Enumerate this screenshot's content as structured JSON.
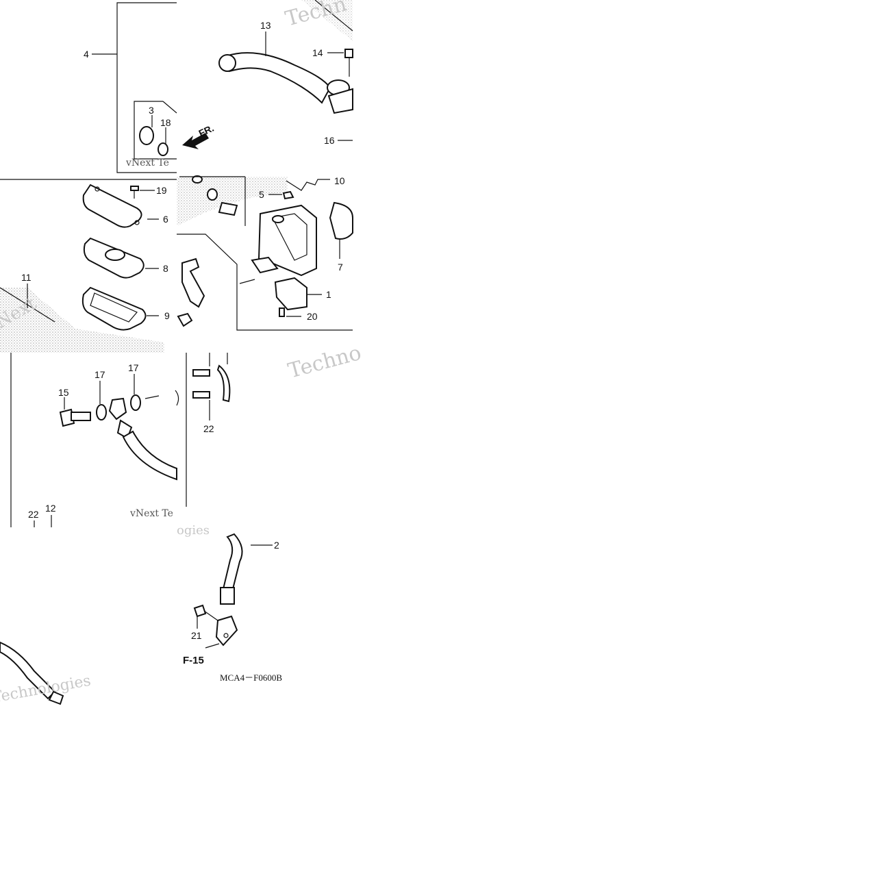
{
  "diagram": {
    "page_code": "F-15",
    "drawing_code": "MCA4－F0600B",
    "direction_label": "FR.",
    "watermarks": {
      "brand": "Techno",
      "brand_short": "Techn",
      "vnext": "vNext Te",
      "next": "Next",
      "technologies": "Technologies",
      "ogies": "ogies"
    },
    "callouts": [
      {
        "id": "c13",
        "text": "13"
      },
      {
        "id": "c14",
        "text": "14"
      },
      {
        "id": "c4",
        "text": "4"
      },
      {
        "id": "c3",
        "text": "3"
      },
      {
        "id": "c18",
        "text": "18"
      },
      {
        "id": "c16",
        "text": "16"
      },
      {
        "id": "c10",
        "text": "10"
      },
      {
        "id": "c19",
        "text": "19"
      },
      {
        "id": "c5",
        "text": "5"
      },
      {
        "id": "c6",
        "text": "6"
      },
      {
        "id": "c8",
        "text": "8"
      },
      {
        "id": "c7",
        "text": "7"
      },
      {
        "id": "c11",
        "text": "11"
      },
      {
        "id": "c1",
        "text": "1"
      },
      {
        "id": "c9",
        "text": "9"
      },
      {
        "id": "c20",
        "text": "20"
      },
      {
        "id": "c17a",
        "text": "17"
      },
      {
        "id": "c17b",
        "text": "17"
      },
      {
        "id": "c15",
        "text": "15"
      },
      {
        "id": "c22a",
        "text": "22"
      },
      {
        "id": "c22b",
        "text": "22"
      },
      {
        "id": "c12",
        "text": "12"
      },
      {
        "id": "c2",
        "text": "2"
      },
      {
        "id": "c21",
        "text": "21"
      }
    ]
  }
}
